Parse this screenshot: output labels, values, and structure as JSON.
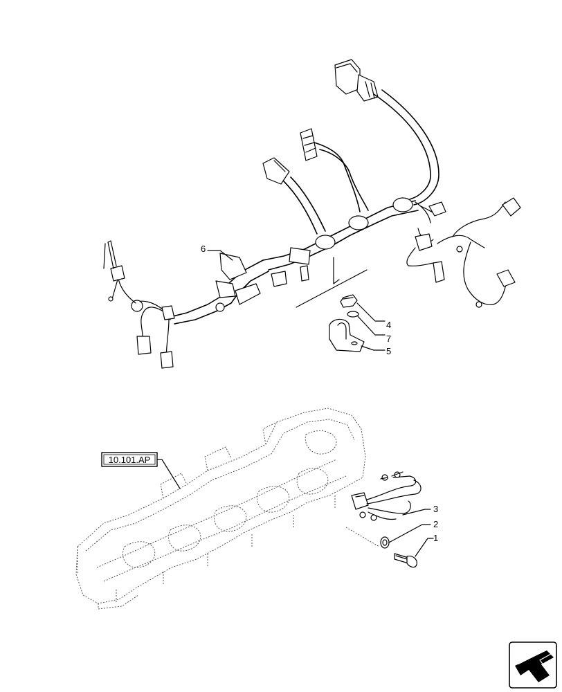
{
  "reference": {
    "label": "10.101.AP"
  },
  "callouts": [
    {
      "id": "6",
      "text": "6"
    },
    {
      "id": "4",
      "text": "4"
    },
    {
      "id": "7",
      "text": "7"
    },
    {
      "id": "5",
      "text": "5"
    },
    {
      "id": "3",
      "text": "3"
    },
    {
      "id": "2",
      "text": "2"
    },
    {
      "id": "1",
      "text": "1"
    }
  ],
  "navigation": {
    "icon": "arrow-navigation-icon"
  }
}
